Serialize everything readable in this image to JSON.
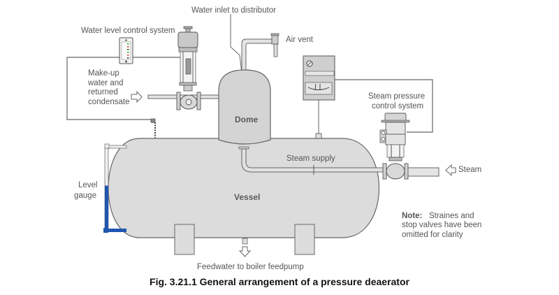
{
  "labels": {
    "water_inlet": "Water inlet to distributor",
    "water_level_control": "Water level control system",
    "air_vent": "Air vent",
    "makeup_line1": "Make-up",
    "makeup_line2": "water and",
    "makeup_line3": "returned",
    "makeup_line4": "condensate",
    "dome": "Dome",
    "steam_pressure_line1": "Steam pressure",
    "steam_pressure_line2": "control system",
    "steam_supply": "Steam supply",
    "steam": "Steam",
    "level_gauge_line1": "Level",
    "level_gauge_line2": "gauge",
    "vessel": "Vessel",
    "feedwater": "Feedwater to boiler feedpump"
  },
  "note": {
    "title": "Note:",
    "line1": "Straines and",
    "line2": "stop valves have been",
    "line3": "omitted for clarity"
  },
  "caption": "Fig. 3.21.1 General arrangement of a pressure deaerator",
  "colors": {
    "vessel_fill": "#dcdcdc",
    "outline": "#666666",
    "water_level": "#1f56b0",
    "led_green": "#3cb043",
    "led_red": "#e03c3c"
  },
  "level_gauge": {
    "water_fill_fraction": 0.55
  }
}
